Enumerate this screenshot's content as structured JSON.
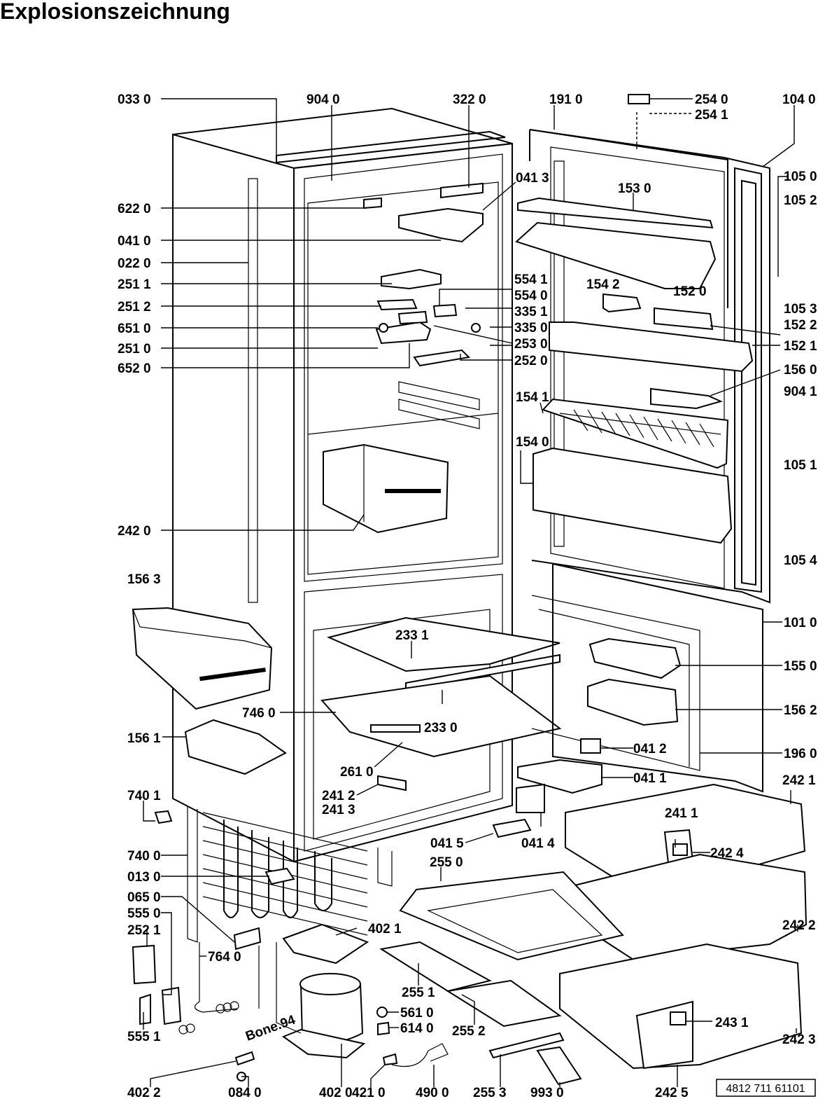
{
  "title": "Explosionszeichnung",
  "document_number": "4812 711 61101",
  "labels": {
    "l0330": "033 0",
    "l9040": "904 0",
    "l3220": "322 0",
    "l1910": "191 0",
    "l2540": "254 0",
    "l2541": "254 1",
    "l1040": "104 0",
    "l0413": "041 3",
    "l1050": "105 0",
    "l1052": "105 2",
    "l1530": "153 0",
    "l6220": "622 0",
    "l0410": "041 0",
    "l0220": "022 0",
    "l2511": "251 1",
    "l2512": "251 2",
    "l6510": "651 0",
    "l2510": "251 0",
    "l6520": "652 0",
    "l5541": "554 1",
    "l5540": "554 0",
    "l3351": "335 1",
    "l3350": "335 0",
    "l2530": "253 0",
    "l2520": "252 0",
    "l1542": "154 2",
    "l1520": "152 0",
    "l1053": "105 3",
    "l1522": "152 2",
    "l1521": "152 1",
    "l1560": "156 0",
    "l1541": "154 1",
    "l9041": "904 1",
    "l1540": "154 0",
    "l1051": "105 1",
    "l2420": "242 0",
    "l1054": "105 4",
    "l1563": "156 3",
    "l1010": "101 0",
    "l2331": "233 1",
    "l1550": "155 0",
    "l7460": "746 0",
    "l2330": "233 0",
    "l1562": "156 2",
    "l1561": "156 1",
    "l0412": "041 2",
    "l1960": "196 0",
    "l2610": "261 0",
    "l0411": "041 1",
    "l7401": "740 1",
    "l2412": "241 2",
    "l2413": "241 3",
    "l2421": "242 1",
    "l2411": "241 1",
    "l7400": "740 0",
    "l0415": "041 5",
    "l0414": "041 4",
    "l2424": "242 4",
    "l0130": "013 0",
    "l2550": "255 0",
    "l0650": "065 0",
    "l5550": "555 0",
    "l2521": "252 1",
    "l4021": "402 1",
    "l2422": "242 2",
    "l7640": "764 0",
    "l2551": "255 1",
    "l5610": "561 0",
    "l6140": "614 0",
    "l2552": "255 2",
    "l2431": "243 1",
    "l5551": "555 1",
    "l2423": "242 3",
    "l4022": "402 2",
    "l0840": "084 0",
    "l4020": "402 0",
    "l4210": "421 0",
    "l4900": "490 0",
    "l2553": "255 3",
    "l9930": "993 0",
    "l2425": "242 5"
  },
  "handwritten_note": "Bone.94"
}
